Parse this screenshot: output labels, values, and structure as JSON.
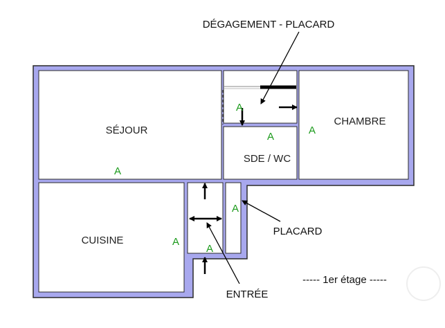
{
  "colors": {
    "wall_fill": "#a8a8ee",
    "wall_outline": "#2a2a2a",
    "room_fill": "#ffffff",
    "door_mark": "#1b9a1b",
    "arrow": "#000000",
    "text": "#222222"
  },
  "rooms": {
    "sejour": "SÉJOUR",
    "chambre": "CHAMBRE",
    "sde_wc": "SDE / WC",
    "cuisine": "CUISINE"
  },
  "callouts": {
    "degagement_placard": "DÉGAGEMENT - PLACARD",
    "placard": "PLACARD",
    "entree": "ENTRÉE"
  },
  "floor_label": "----- 1er étage -----",
  "door_marks": {
    "sejour": "A",
    "cuisine": "A",
    "entree": "A",
    "placard": "A",
    "sde_wc": "A",
    "chambre": "A",
    "degagement": "A"
  }
}
